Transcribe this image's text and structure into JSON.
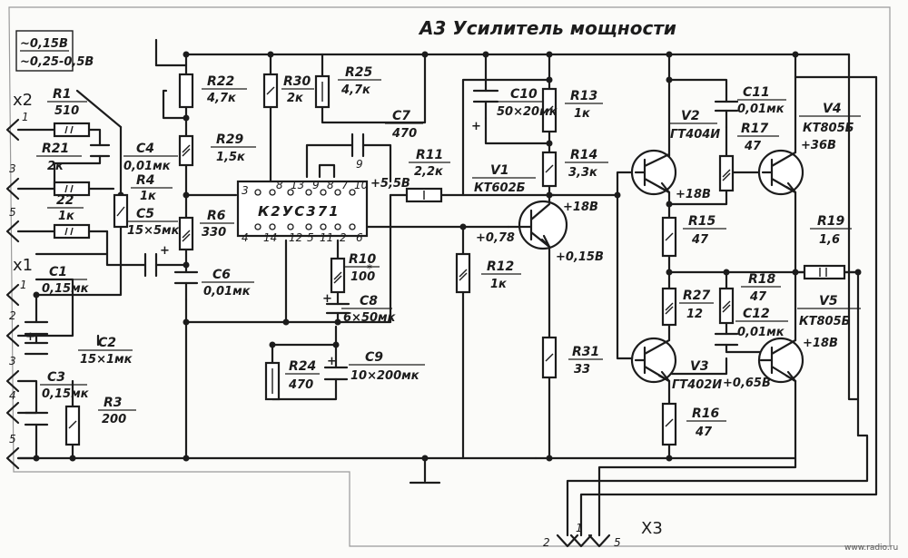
{
  "title": "А3 Усилитель мощности",
  "connector_x2": "x2",
  "connector_x1": "x1",
  "connector_x3": "X3",
  "inset_top": "~0,15В",
  "inset_bottom": "~0,25-0,5В",
  "ic": {
    "label": "К2УС371"
  },
  "watermark": "www.radio.ru",
  "components": {
    "R1": {
      "ref": "R1",
      "value": "510"
    },
    "R21": {
      "ref": "R21",
      "value": "2к"
    },
    "R22a": {
      "ref": "22",
      "value": "1к"
    },
    "R22": {
      "ref": "R22",
      "value": "4,7к"
    },
    "R30": {
      "ref": "R30",
      "value": "2к"
    },
    "R25": {
      "ref": "R25",
      "value": "4,7к"
    },
    "R29": {
      "ref": "R29",
      "value": "1,5к"
    },
    "C4": {
      "ref": "C4",
      "value": "0,01мк"
    },
    "R4": {
      "ref": "R4",
      "value": "1к"
    },
    "C5": {
      "ref": "C5",
      "value": "15×5мк"
    },
    "R6": {
      "ref": "R6",
      "value": "330"
    },
    "C6": {
      "ref": "C6",
      "value": "0,01мк"
    },
    "C7": {
      "ref": "C7",
      "value": "470"
    },
    "R11": {
      "ref": "R11",
      "value": "2,2к"
    },
    "C10": {
      "ref": "C10",
      "value": "50×20мк"
    },
    "R13": {
      "ref": "R13",
      "value": "1к"
    },
    "R14": {
      "ref": "R14",
      "value": "3,3к"
    },
    "V1": {
      "ref": "V1",
      "value": "КТ602Б"
    },
    "R10": {
      "ref": "R10",
      "value": "100"
    },
    "C8": {
      "ref": "C8",
      "value": "6×50мк"
    },
    "R12": {
      "ref": "R12",
      "value": "1к"
    },
    "R31": {
      "ref": "R31",
      "value": "33"
    },
    "R24": {
      "ref": "R24",
      "value": "470"
    },
    "C9": {
      "ref": "C9",
      "value": "10×200мк"
    },
    "C1": {
      "ref": "C1",
      "value": "0,15мк"
    },
    "C2": {
      "ref": "C2",
      "value": "15×1мк"
    },
    "C3": {
      "ref": "C3",
      "value": "0,15мк"
    },
    "R3": {
      "ref": "R3",
      "value": "200"
    },
    "C11": {
      "ref": "C11",
      "value": "0,01мк"
    },
    "V2": {
      "ref": "V2",
      "value": "ГТ404И"
    },
    "R17": {
      "ref": "R17",
      "value": "47"
    },
    "V4": {
      "ref": "V4",
      "value": "КТ805Б"
    },
    "R15": {
      "ref": "R15",
      "value": "47"
    },
    "R19": {
      "ref": "R19",
      "value": "1,6"
    },
    "R27": {
      "ref": "R27",
      "value": "12"
    },
    "R18": {
      "ref": "R18",
      "value": "47"
    },
    "C12": {
      "ref": "C12",
      "value": "0,01мк"
    },
    "V5": {
      "ref": "V5",
      "value": "КТ805Б"
    },
    "V3": {
      "ref": "V3",
      "value": "ГТ402И"
    },
    "R16": {
      "ref": "R16",
      "value": "47"
    }
  },
  "voltages": {
    "ic_out": "+5,5В",
    "v1_c": "+18В",
    "v1_b": "+0,78",
    "v1_e": "+0,15В",
    "v2_e": "+18В",
    "v4_c": "+36В",
    "v5_e": "+18В",
    "v3_e": "+0,65В"
  },
  "ic_pins": [
    "3",
    "8",
    "13",
    "9",
    "8",
    "7",
    "10",
    "4",
    "14",
    "12",
    "5",
    "11",
    "2",
    "6"
  ],
  "lead_numbers_x2": [
    "1",
    "3",
    "5"
  ],
  "lead_numbers_x1": [
    "1",
    "2",
    "3",
    "4",
    "5"
  ],
  "lead_numbers_x3": [
    "2",
    "1",
    "5"
  ],
  "marks": {
    "r10_star": "*",
    "pin_9": "9"
  }
}
